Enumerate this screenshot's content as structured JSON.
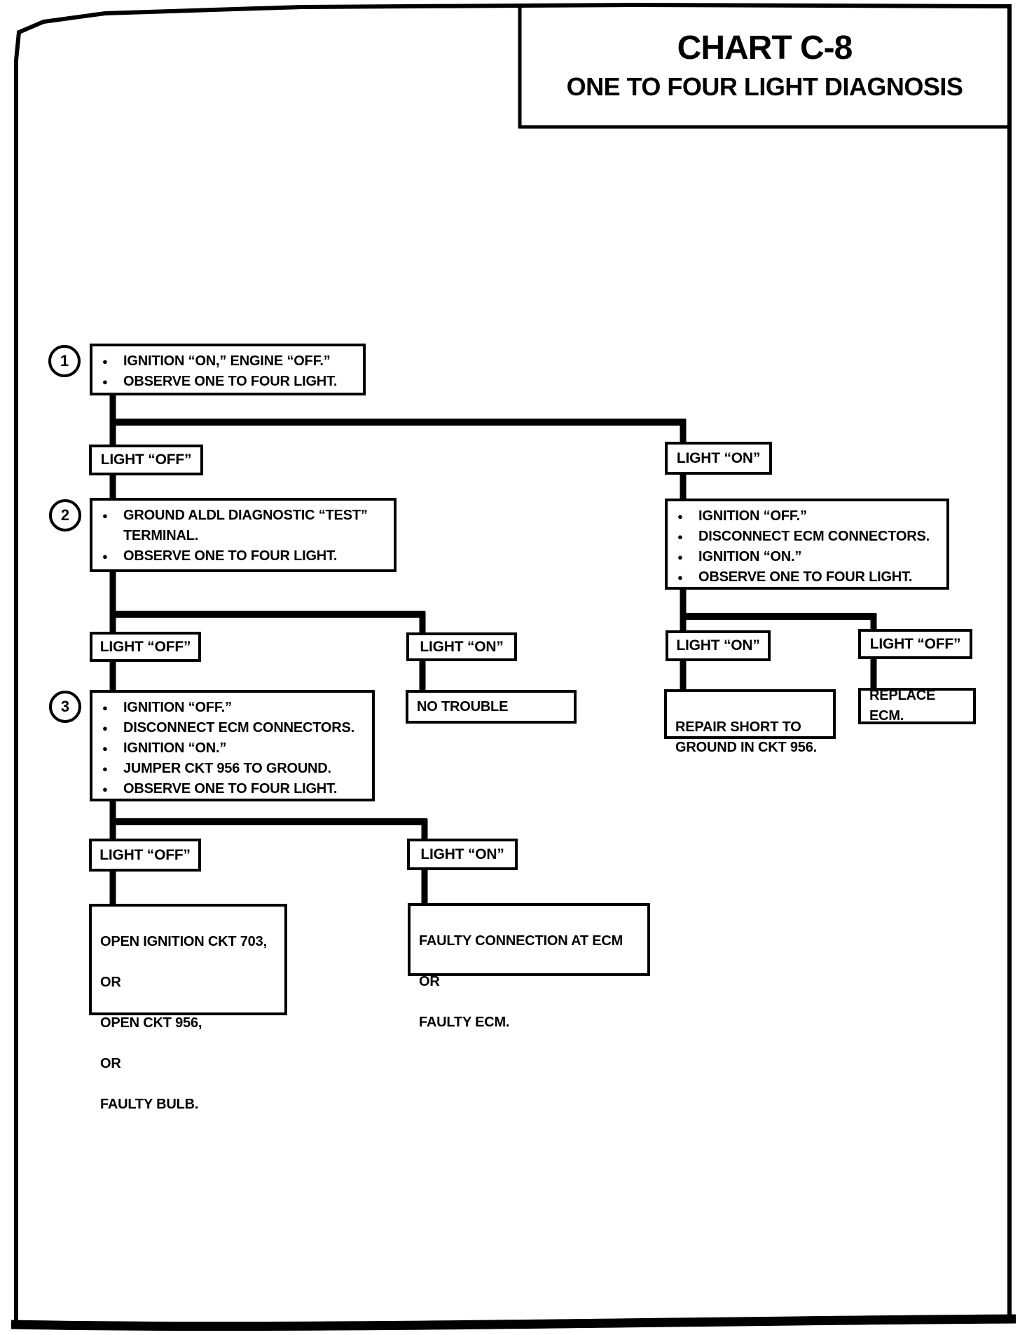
{
  "page": {
    "background": "#ffffff",
    "ink": "#000000"
  },
  "glyphs": {
    "bullet": "●"
  },
  "title": {
    "line1": "CHART C-8",
    "line2": "ONE TO FOUR LIGHT DIAGNOSIS"
  },
  "steps": {
    "step1": {
      "number": "1",
      "bullets": [
        "IGNITION “ON,” ENGINE “OFF.”",
        "OBSERVE ONE TO FOUR LIGHT."
      ]
    },
    "step2": {
      "number": "2",
      "bullets": [
        "GROUND ALDL DIAGNOSTIC “TEST”\nTERMINAL.",
        "OBSERVE ONE TO FOUR LIGHT."
      ]
    },
    "step3": {
      "number": "3",
      "bullets": [
        "IGNITION “OFF.”",
        "DISCONNECT ECM CONNECTORS.",
        "IGNITION “ON.”",
        "JUMPER CKT 956 TO GROUND.",
        "OBSERVE ONE TO FOUR LIGHT."
      ]
    },
    "right": {
      "bullets": [
        "IGNITION “OFF.”",
        "DISCONNECT ECM CONNECTORS.",
        "IGNITION “ON.”",
        "OBSERVE ONE TO FOUR LIGHT."
      ]
    }
  },
  "labels": {
    "light_off": "LIGHT “OFF”",
    "light_on": "LIGHT “ON”"
  },
  "results": {
    "no_trouble": "NO TROUBLE",
    "repair_short": "REPAIR SHORT TO\nGROUND IN CKT 956.",
    "replace_ecm": "REPLACE ECM.",
    "open_circuit": {
      "lines": [
        "OPEN IGNITION CKT 703,",
        "OR",
        "OPEN CKT 956,",
        "OR",
        "FAULTY BULB."
      ]
    },
    "faulty_ecm": {
      "lines": [
        "FAULTY CONNECTION AT ECM",
        "OR",
        "FAULTY ECM."
      ]
    }
  }
}
